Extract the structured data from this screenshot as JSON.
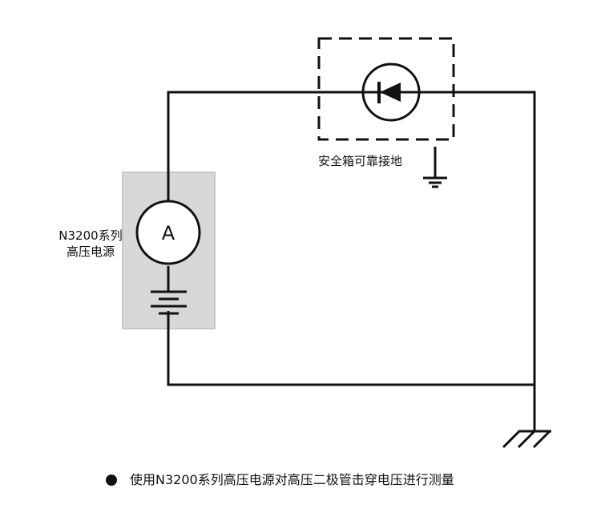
{
  "source": {
    "name_line1": "N3200系列",
    "name_line2": "高压电源",
    "meter_symbol": "A"
  },
  "safety_box": {
    "label": "安全箱可靠接地"
  },
  "caption": {
    "text": "使用N3200系列高压电源对高压二极管击穿电压进行测量",
    "bullet_icon": "filled-circle"
  },
  "colors": {
    "line": "#111111",
    "source_fill": "#d8d8d8",
    "source_border": "#c8c8c8"
  }
}
